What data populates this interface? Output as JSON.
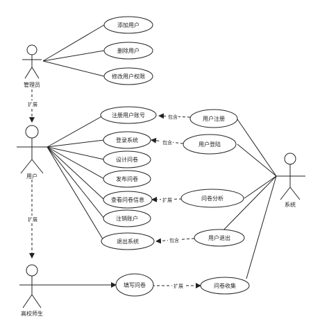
{
  "actors": {
    "admin": "管理员",
    "user": "用户",
    "student": "高校师生",
    "system": "系统"
  },
  "use_cases": {
    "add_user": "添加用户",
    "delete_user": "删除用户",
    "modify_perm": "修改用户权限",
    "register_account": "注册用户账号",
    "login_system": "登录系统",
    "design_q": "设计问卷",
    "publish_q": "发布问卷",
    "view_q_info": "查看问卷信息",
    "cancel_account": "注销账户",
    "exit_system": "退出系统",
    "user_register": "用户注册",
    "user_login": "用户登陆",
    "q_analysis": "问卷分析",
    "user_exit": "用户退出",
    "fill_q": "填写问卷",
    "q_collect": "问卷收集"
  },
  "relations": {
    "extend": "扩展",
    "include": "包含"
  }
}
